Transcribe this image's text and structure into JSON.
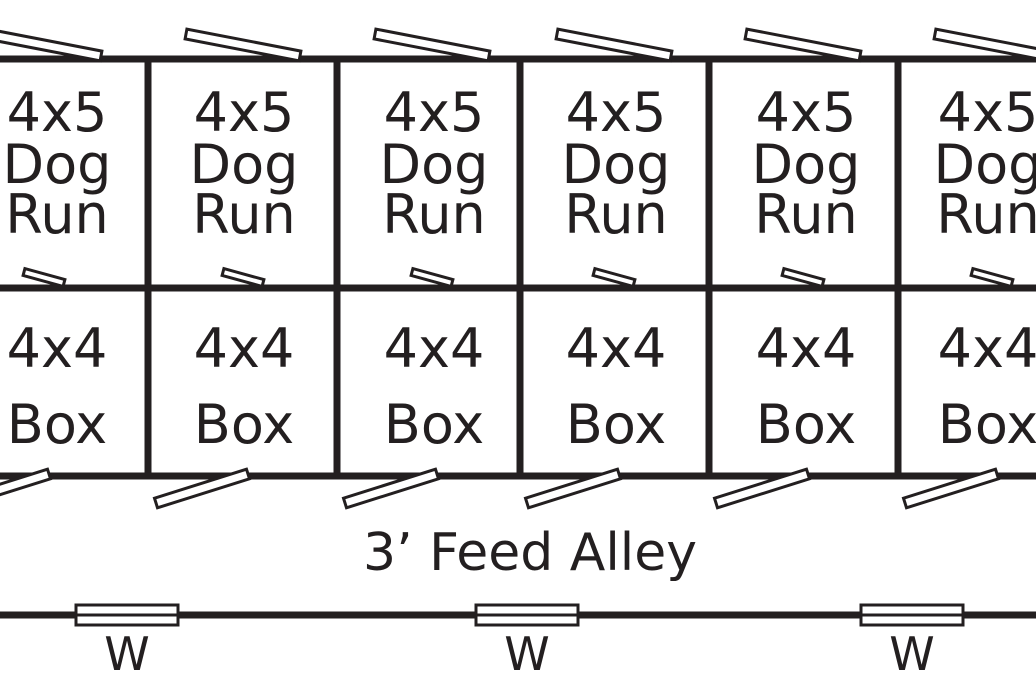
{
  "runs": [
    {
      "size": "4x5",
      "line1": "Dog",
      "line2": "Run"
    },
    {
      "size": "4x5",
      "line1": "Dog",
      "line2": "Run"
    },
    {
      "size": "4x5",
      "line1": "Dog",
      "line2": "Run"
    },
    {
      "size": "4x5",
      "line1": "Dog",
      "line2": "Run"
    },
    {
      "size": "4x5",
      "line1": "Dog",
      "line2": "Run"
    },
    {
      "size": "4x5",
      "line1": "Dog",
      "line2": "Run"
    }
  ],
  "boxes": [
    {
      "size": "4x4",
      "label": "Box"
    },
    {
      "size": "4x4",
      "label": "Box"
    },
    {
      "size": "4x4",
      "label": "Box"
    },
    {
      "size": "4x4",
      "label": "Box"
    },
    {
      "size": "4x4",
      "label": "Box"
    },
    {
      "size": "4x4",
      "label": "Box"
    }
  ],
  "alley": {
    "label": "3’ Feed Alley"
  },
  "windows": [
    {
      "label": "W"
    },
    {
      "label": "W"
    },
    {
      "label": "W"
    }
  ],
  "colors": {
    "line": "#231f20",
    "background": "#ffffff"
  }
}
